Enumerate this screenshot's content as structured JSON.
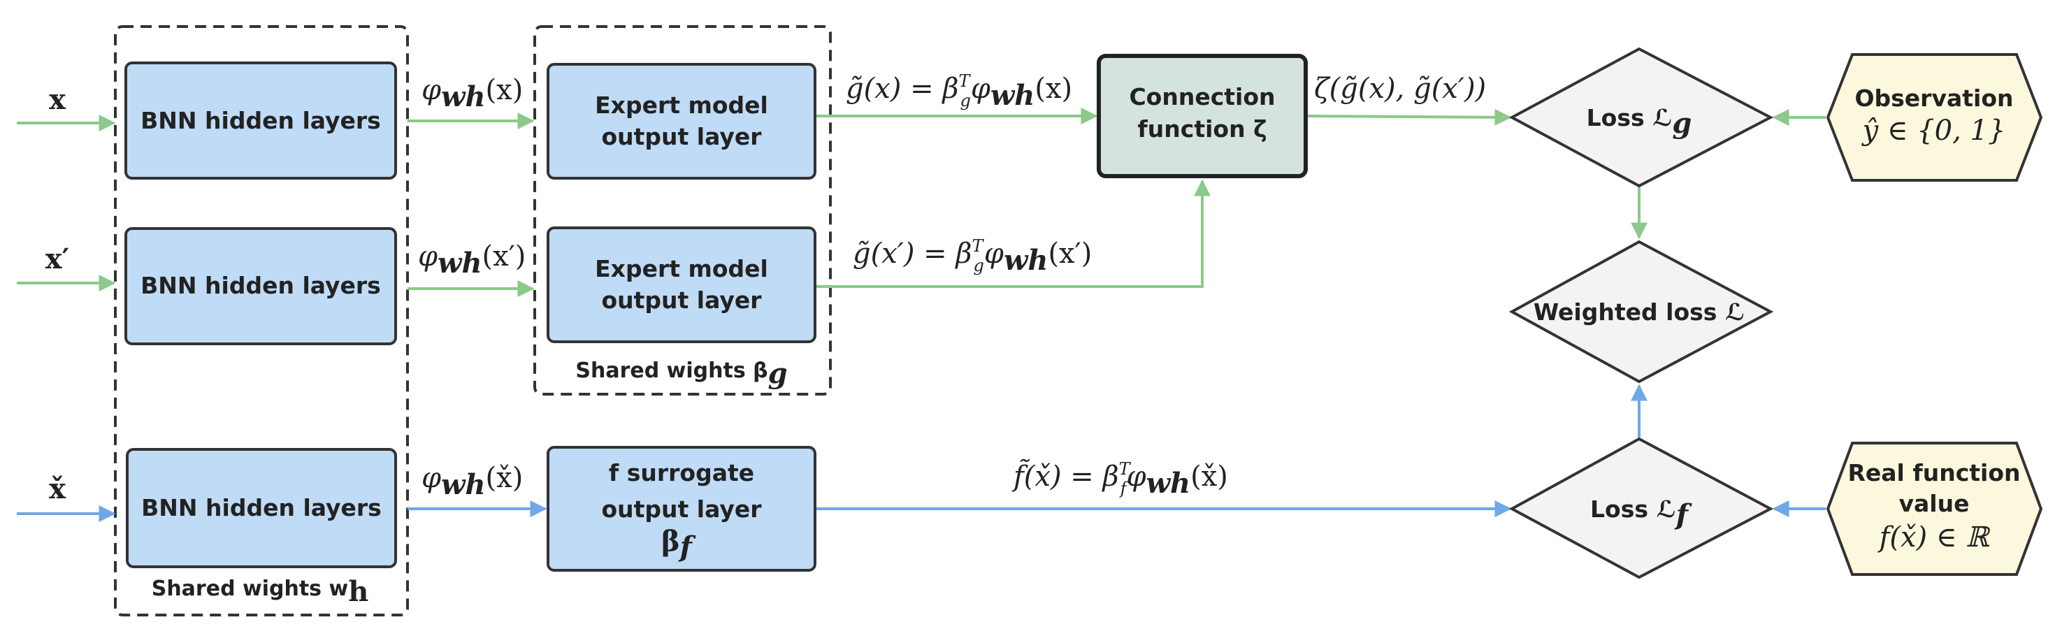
{
  "inputs": {
    "x": "x",
    "x_prime": "x′",
    "x_check": "x̌"
  },
  "bnn": {
    "top": "BNN hidden layers",
    "middle": "BNN hidden layers",
    "bottom": "BNN hidden layers",
    "shared_label": "Shared wights w",
    "shared_sub": "h"
  },
  "phi": {
    "top": "φ",
    "top_sub": "wh",
    "top_arg": "(x)",
    "middle": "φ",
    "middle_sub": "wh",
    "middle_arg": "(x′)",
    "bottom": "φ",
    "bottom_sub": "wh",
    "bottom_arg": "(x̌)"
  },
  "expert": {
    "top_line1": "Expert model",
    "top_line2": "output layer",
    "bottom_line1": "Expert model",
    "bottom_line2": "output layer",
    "shared_label": "Shared wights β",
    "shared_sub": "g"
  },
  "surrogate": {
    "line1": "f surrogate",
    "line2": "output layer",
    "line3": "β",
    "line3_sub": "f"
  },
  "equations": {
    "g_x": "g̃(x) = β",
    "g_x_sub": "g",
    "g_x_sup": "T",
    "g_x_rest": "φ",
    "g_x_rest_sub": "wh",
    "g_x_arg": "(x)",
    "g_xp": "g̃(x′) = β",
    "g_xp_sub": "g",
    "g_xp_sup": "T",
    "g_xp_rest": "φ",
    "g_xp_rest_sub": "wh",
    "g_xp_arg": "(x′)",
    "f_x": "f̃(x̌) = β",
    "f_x_sub": "f",
    "f_x_sup": "T",
    "f_x_rest": "φ",
    "f_x_rest_sub": "wh",
    "f_x_arg": "(x̌)",
    "zeta": "ζ(g̃(x), g̃(x′))"
  },
  "connection": {
    "line1": "Connection",
    "line2": "function ζ"
  },
  "loss": {
    "g": "Loss ℒ",
    "g_sub": "g",
    "f": "Loss ℒ",
    "f_sub": "f",
    "weighted": "Weighted loss ℒ"
  },
  "observation": {
    "line1": "Observation",
    "line2": "ŷ ∈ {0, 1}"
  },
  "real_function": {
    "line1": "Real function",
    "line2": "value",
    "line3": "f(x̌) ∈ ℝ"
  },
  "colors": {
    "box_blue": "#c0dbf6",
    "box_border": "#333333",
    "connection_fill": "#d5e3df",
    "diamond_fill": "#f3f3f3",
    "hex_fill": "#fcf8dd",
    "arrow_green": "#8cc98a",
    "arrow_blue": "#6ea8e6"
  }
}
